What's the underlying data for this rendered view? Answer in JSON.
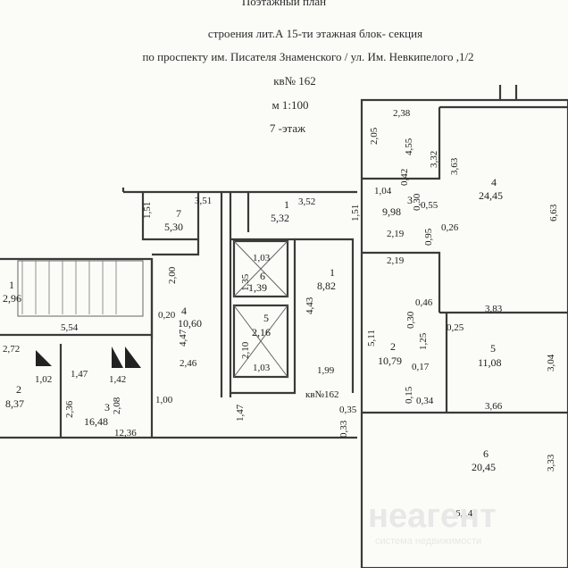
{
  "header": {
    "line0": "Поэтажный план",
    "line1": "строения лит.А  15-ти этажная блок- секция",
    "line2": "по  проспекту им. Писателя Знаменского / ул. Им. Невкипелого ,1/2",
    "line3": "кв№ 162",
    "line4": "м  1:100",
    "line5": "7 -этаж"
  },
  "rooms": {
    "left_room1_no": "1",
    "left_room1_area": "2,96",
    "left_room2_no": "2",
    "left_room2_area": "8,37",
    "left_room3_no": "3",
    "left_room3_area": "16,48",
    "left_room4_no": "4",
    "left_room4_area": "10,60",
    "left_room7_no": "7",
    "left_room7_area": "5,30",
    "mid_room1_no": "1",
    "mid_room1_area": "5,32",
    "mid_room1b_no": "1",
    "mid_room1b_area": "8,82",
    "lift6_no": "6",
    "lift6_area": "1,39",
    "lift5_no": "5",
    "lift5_area": "2,16",
    "apt_room3_no": "3",
    "apt_room3_area": "9,98",
    "apt_room4_no": "4",
    "apt_room4_area": "24,45",
    "apt_room2_no": "2",
    "apt_room2_area": "10,79",
    "apt_room5_no": "5",
    "apt_room5_area": "11,08",
    "apt_room6_no": "6",
    "apt_room6_area": "20,45"
  },
  "dims": {
    "d_554": "5,54",
    "d_272": "2,72",
    "d_102": "1,02",
    "d_147a": "1,47",
    "d_142": "1,42",
    "d_236": "2,36",
    "d_208": "2,08",
    "d_1236": "12,36",
    "d_100": "1,00",
    "d_246": "2,46",
    "d_447": "4,47",
    "d_020": "0,20",
    "d_200": "2,00",
    "d_151a": "1,51",
    "d_351": "3,51",
    "d_352": "3,52",
    "d_151b": "1,51",
    "d_103a": "1,03",
    "d_135": "1,35",
    "d_210": "2,10",
    "d_103b": "1,03",
    "d_443": "4,43",
    "d_199": "1,99",
    "d_147b": "1,47",
    "kv_label": "кв№162",
    "d_035": "0,35",
    "d_033": "0,33",
    "d_238": "2,38",
    "d_205": "2,05",
    "d_455": "4,55",
    "d_332": "3,32",
    "d_363": "3,63",
    "d_104": "1,04",
    "d_042": "0,42",
    "d_030a": "0,30",
    "d_055": "0,55",
    "d_219a": "2,19",
    "d_095": "0,95",
    "d_026": "0,26",
    "d_663": "6,63",
    "d_219b": "2,19",
    "d_046": "0,46",
    "d_383": "3,83",
    "d_030b": "0,30",
    "d_025": "0,25",
    "d_511": "5,11",
    "d_125": "1,25",
    "d_017": "0,17",
    "d_304": "3,04",
    "d_015": "0,15",
    "d_034": "0,34",
    "d_366": "3,66",
    "d_333": "3,33",
    "d_614": "6,14"
  },
  "watermark": {
    "brand": "неагент",
    "tagline": "система недвижимости"
  }
}
